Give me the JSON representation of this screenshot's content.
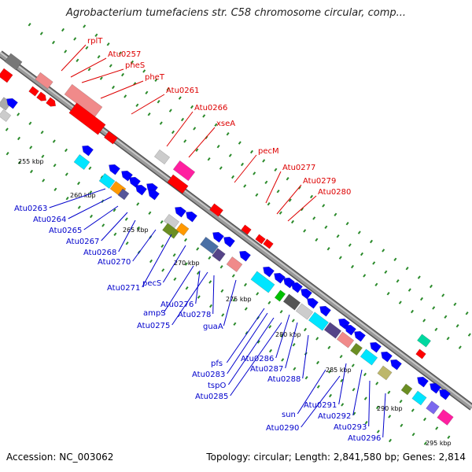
{
  "title": "Agrobacterium tumefaciens str. C58 chromosome circular, comp...",
  "footer": {
    "accession": "Accession: NC_003062",
    "summary": "Topology: circular; Length: 2,841,580 bp; Genes: 2,814"
  },
  "colors": {
    "backbone": "#8a8a8a",
    "forward_label": "#dd0000",
    "reverse_label": "#0000cc",
    "tick": "#2a8a2a"
  },
  "scale_labels": [
    "255 kbp",
    "260 kbp",
    "265 kbp",
    "270 kbp",
    "275 kbp",
    "280 kbp",
    "285 kbp",
    "290 kbp",
    "295 kbp"
  ],
  "forward_labels": [
    "rplT",
    "Atu0257",
    "pheS",
    "pheT",
    "Atu0261",
    "Atu0266",
    "xseA",
    "pecM",
    "Atu0277",
    "Atu0279",
    "Atu0280"
  ],
  "reverse_labels": [
    "Atu0263",
    "Atu0264",
    "Atu0265",
    "Atu0267",
    "Atu0268",
    "Atu0270",
    "Atu0271",
    "pecS",
    "ampS",
    "Atu0276",
    "Atu0275",
    "Atu0278",
    "guaA",
    "pfs",
    "Atu0283",
    "tspO",
    "Atu0285",
    "Atu0286",
    "Atu0287",
    "Atu0288",
    "sun",
    "Atu0290",
    "Atu0291",
    "Atu0292",
    "Atu0293",
    "Atu0296"
  ]
}
